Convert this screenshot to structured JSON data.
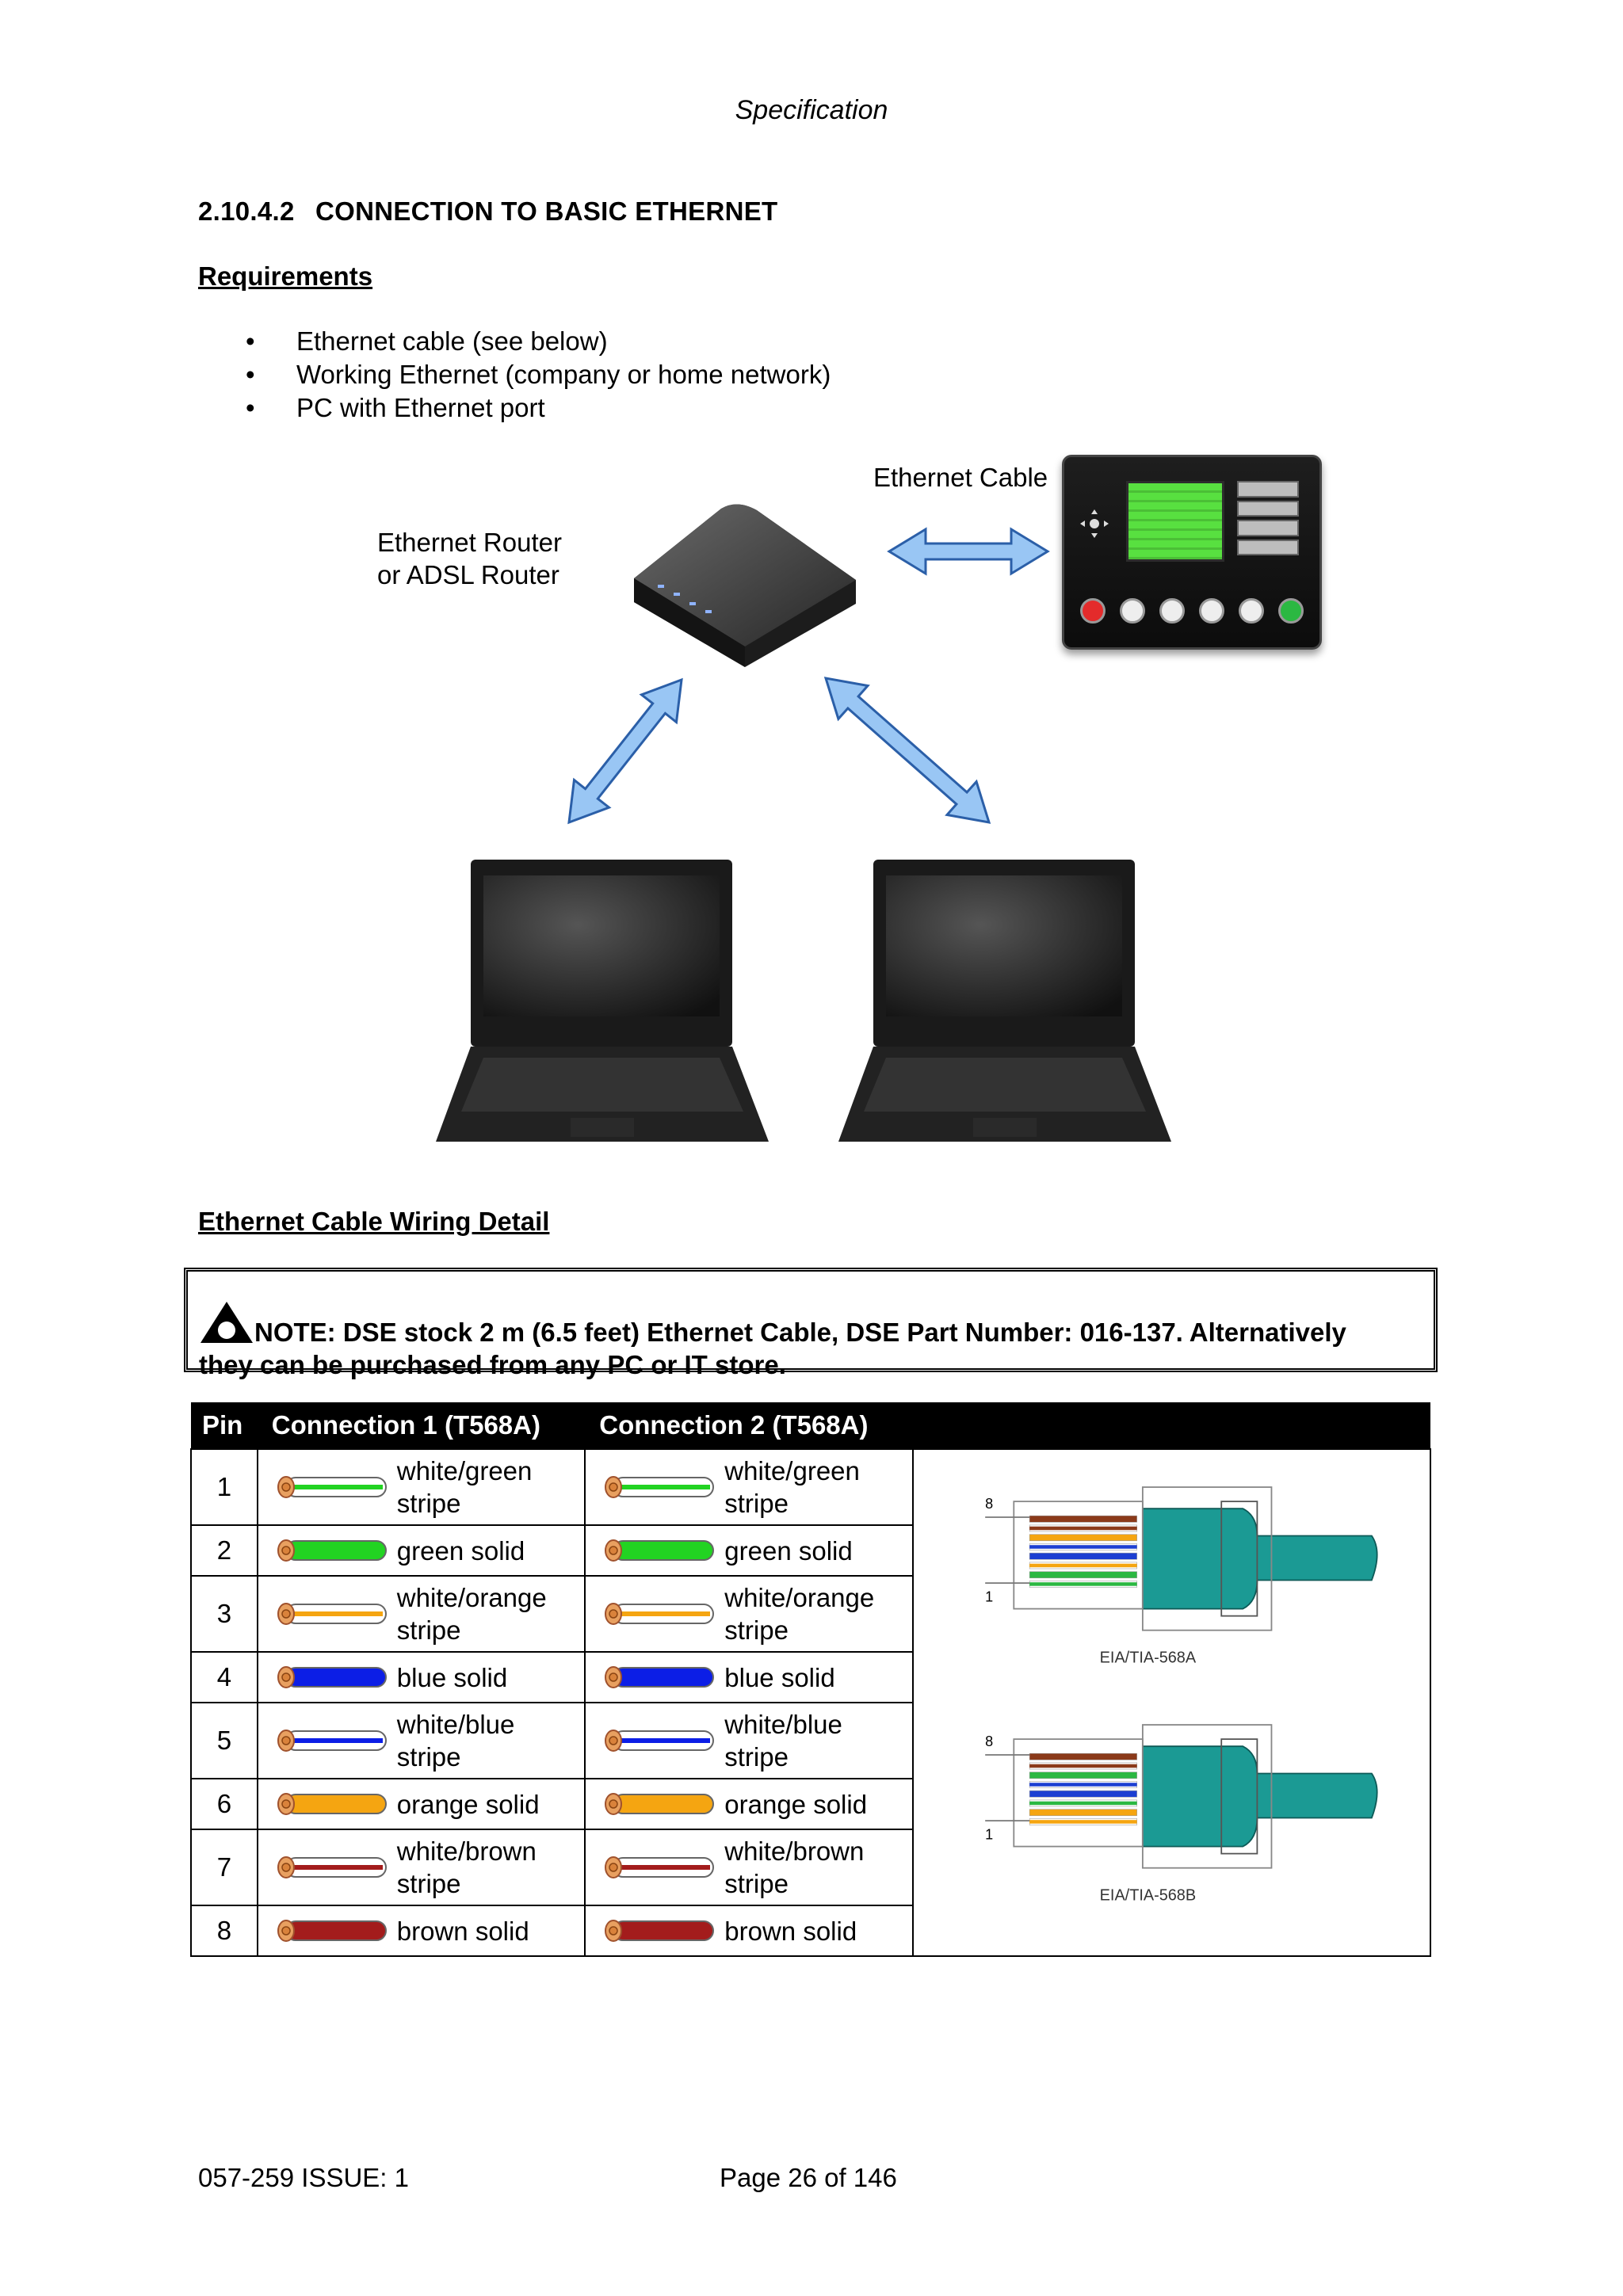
{
  "header": {
    "title": "Specification"
  },
  "section": {
    "number": "2.10.4.2",
    "title": "CONNECTION TO BASIC ETHERNET"
  },
  "requirements": {
    "heading": "Requirements",
    "items": [
      "Ethernet cable (see below)",
      "Working Ethernet (company or home network)",
      "PC with Ethernet port"
    ]
  },
  "diagram": {
    "router_label_line1": "Ethernet Router",
    "router_label_line2": "or ADSL Router",
    "cable_label": "Ethernet Cable",
    "arrow_color": "#99c6f4",
    "arrow_stroke": "#2b5fa8"
  },
  "wiring": {
    "heading": "Ethernet Cable Wiring Detail"
  },
  "note": {
    "line1": "NOTE: DSE stock 2 m (6.5 feet) Ethernet Cable, DSE Part Number: 016-137.  Alternatively",
    "line2": "they can be purchased from any PC or IT store."
  },
  "table": {
    "headers": [
      "Pin",
      "Connection 1 (T568A)",
      "Connection 2 (T568A)"
    ],
    "rows": [
      {
        "pin": "1",
        "c1_l1": "white/green",
        "c1_l2": "stripe",
        "c2_l1": "white/green",
        "c2_l2": "stripe",
        "color": "#22d322",
        "stripe": true
      },
      {
        "pin": "2",
        "c1_l1": "green solid",
        "c1_l2": "",
        "c2_l1": "green solid",
        "c2_l2": "",
        "color": "#22d322",
        "stripe": false
      },
      {
        "pin": "3",
        "c1_l1": "white/orange",
        "c1_l2": "stripe",
        "c2_l1": "white/orange",
        "c2_l2": "stripe",
        "color": "#f5a511",
        "stripe": true
      },
      {
        "pin": "4",
        "c1_l1": "blue solid",
        "c1_l2": "",
        "c2_l1": "blue solid",
        "c2_l2": "",
        "color": "#0c1ee6",
        "stripe": false
      },
      {
        "pin": "5",
        "c1_l1": "white/blue",
        "c1_l2": "stripe",
        "c2_l1": "white/blue",
        "c2_l2": "stripe",
        "color": "#0c1ee6",
        "stripe": true
      },
      {
        "pin": "6",
        "c1_l1": "orange solid",
        "c1_l2": "",
        "c2_l1": "orange solid",
        "c2_l2": "",
        "color": "#f5a511",
        "stripe": false
      },
      {
        "pin": "7",
        "c1_l1": "white/brown",
        "c1_l2": "stripe",
        "c2_l1": "white/brown",
        "c2_l2": "stripe",
        "color": "#a31c1c",
        "stripe": true
      },
      {
        "pin": "8",
        "c1_l1": "brown solid",
        "c1_l2": "",
        "c2_l1": "brown solid",
        "c2_l2": "",
        "color": "#a31c1c",
        "stripe": false
      }
    ],
    "diagram_a_caption": "EIA/TIA-568A",
    "diagram_b_caption": "EIA/TIA-568B",
    "pin_high": "8",
    "pin_low": "1",
    "jacket_color": "#1b9a94"
  },
  "footer": {
    "doc_id": "057-259   ISSUE: 1",
    "page": "Page 26 of 146"
  }
}
